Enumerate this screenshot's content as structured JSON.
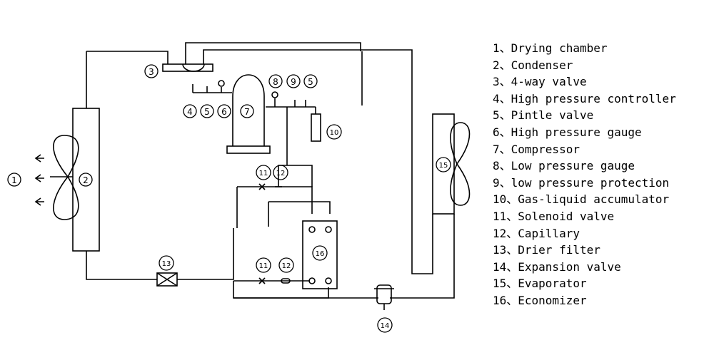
{
  "legend": [
    "1、Drying chamber",
    "2、Condenser",
    "3、4-way valve",
    "4、High pressure controller",
    "5、Pintle valve",
    "6、High pressure gauge",
    "7、Compressor",
    "8、Low pressure gauge",
    "9、low pressure protection",
    "10、Gas-liquid accumulator",
    "11、Solenoid valve",
    "12、Capillary",
    "13、Drier filter",
    "14、Expansion valve",
    "15、Evaporator",
    "16、Economizer"
  ],
  "markers": {
    "m1": "1",
    "m2": "2",
    "m3": "3",
    "m4": "4",
    "m5a": "5",
    "m6": "6",
    "m7": "7",
    "m8": "8",
    "m9": "9",
    "m5b": "5",
    "m10": "10",
    "m11a": "11",
    "m12a": "12",
    "m11b": "11",
    "m12b": "12",
    "m13": "13",
    "m14": "14",
    "m15": "15",
    "m16": "16"
  }
}
